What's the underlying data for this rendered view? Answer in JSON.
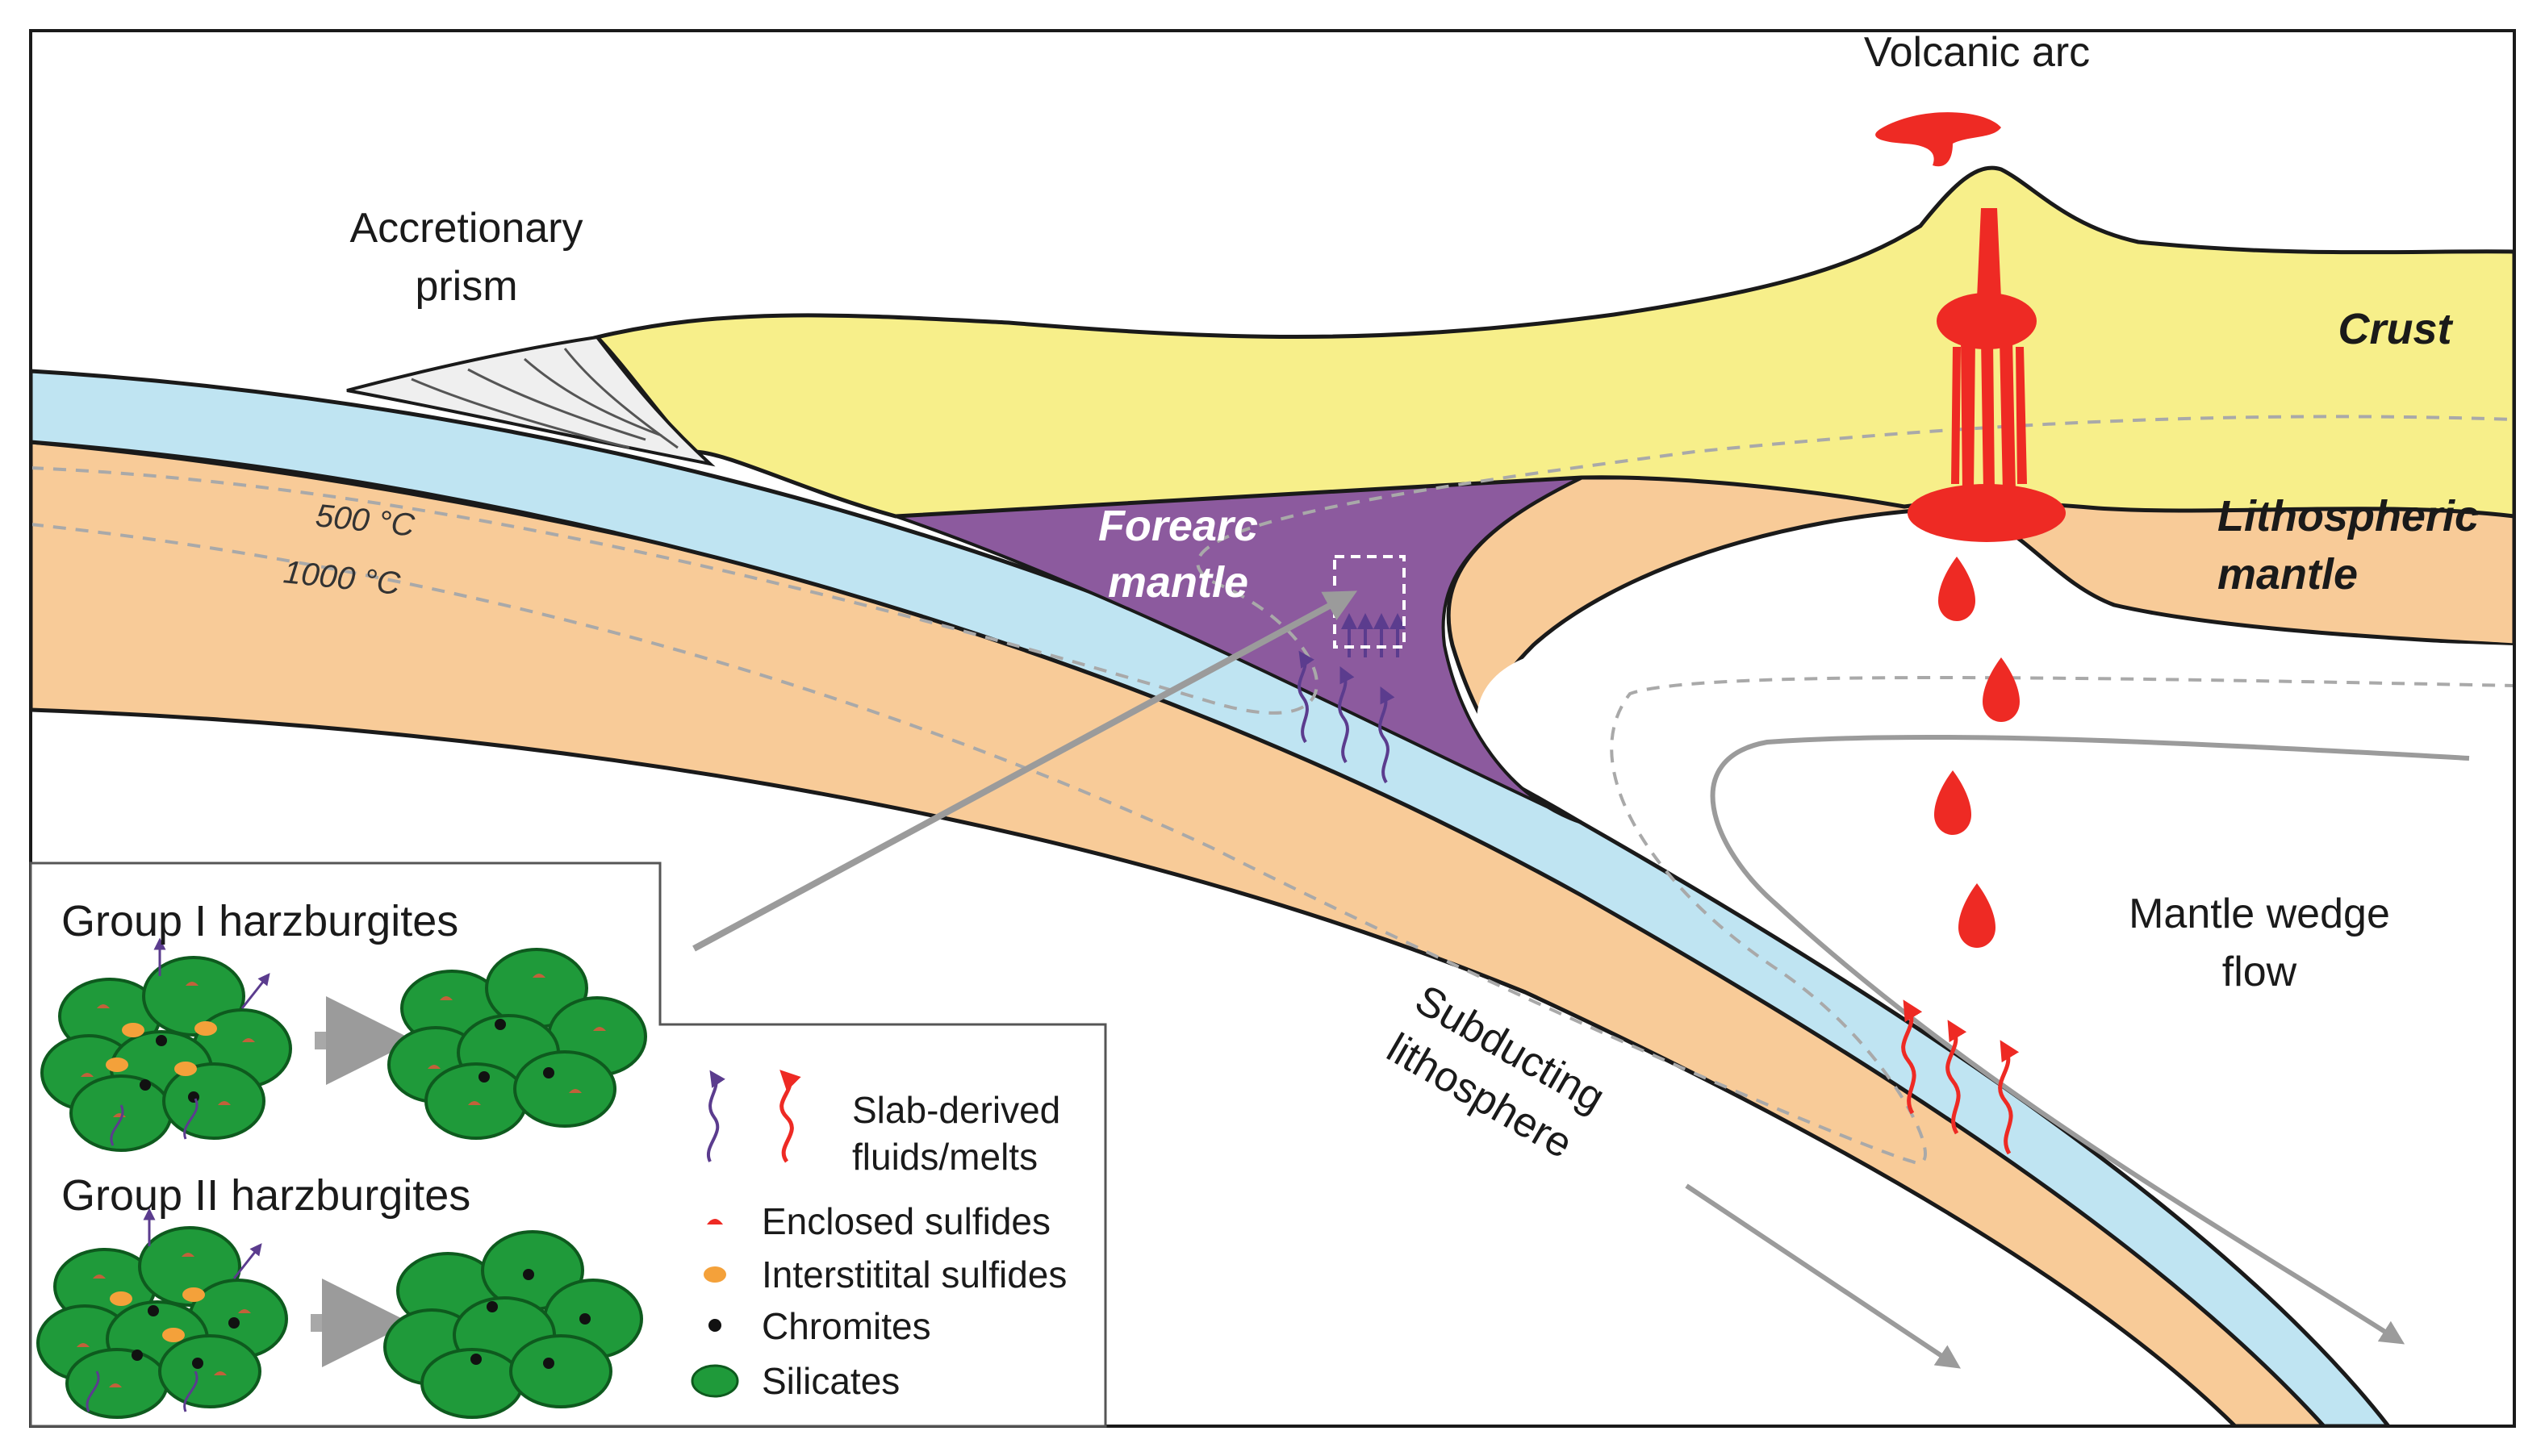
{
  "labels": {
    "volcanic_arc": "Volcanic arc",
    "accretionary_prism_l1": "Accretionary",
    "accretionary_prism_l2": "prism",
    "crust": "Crust",
    "lithospheric_mantle_l1": "Lithospheric",
    "lithospheric_mantle_l2": "mantle",
    "forearc_mantle_l1": "Forearc",
    "forearc_mantle_l2": "mantle",
    "isotherm_500": "500 °C",
    "isotherm_1000": "1000 °C",
    "mantle_wedge_flow_l1": "Mantle wedge",
    "mantle_wedge_flow_l2": "flow",
    "subducting_lithosphere_l1": "Subducting",
    "subducting_lithosphere_l2": "lithosphere"
  },
  "inset": {
    "group1_title": "Group I harzburgites",
    "group2_title": "Group II harzburgites"
  },
  "legend": {
    "fluids_l1": "Slab-derived",
    "fluids_l2": "fluids/melts",
    "enclosed_sulfides": "Enclosed sulfides",
    "interstitial_sulfides": "Interstitital sulfides",
    "chromites": "Chromites",
    "silicates": "Silicates"
  },
  "colors": {
    "crust": "#f7ef8a",
    "lithospheric_mantle": "#f8cb98",
    "subducting_slab_crust": "#bfe4f2",
    "forearc_mantle": "#8c5a9e",
    "magma": "#ee2a24",
    "silicate_grain": "#1f9a3a",
    "interstitial_sulfide": "#f4a13a",
    "purple_fluid": "#5b3c8e",
    "arrow_gray": "#9b9b9b"
  }
}
